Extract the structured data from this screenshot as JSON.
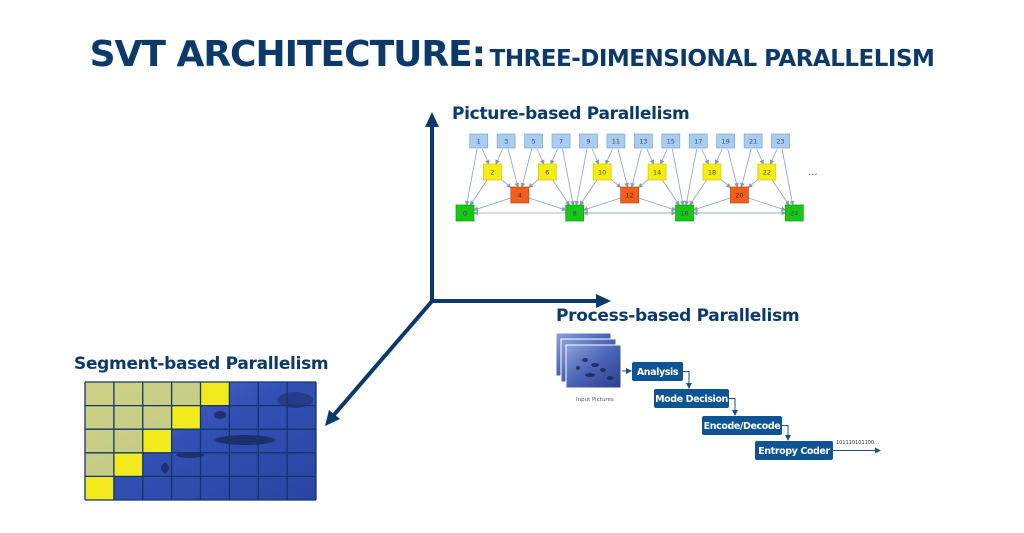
{
  "title": {
    "main": "SVT ARCHITECTURE:",
    "sub": "THREE-DIMENSIONAL PARALLELISM"
  },
  "colors": {
    "brand": "#0b3a6a",
    "frame_blue": "#a9cdf0",
    "frame_yellow": "#f6ec12",
    "frame_orange": "#f0601c",
    "frame_green": "#18c618",
    "process_box": "#0e5494",
    "segment_highlight": "#f2ea1c"
  },
  "picture_based": {
    "label": "Picture-based Parallelism",
    "ellipsis": "...",
    "frames": {
      "top": [
        "1",
        "3",
        "5",
        "7",
        "9",
        "11",
        "13",
        "15",
        "17",
        "19",
        "21",
        "23"
      ],
      "yellow": [
        "2",
        "6",
        "10",
        "14",
        "18",
        "22"
      ],
      "orange": [
        "4",
        "12",
        "20"
      ],
      "green": [
        "0",
        "8",
        "16",
        "24"
      ]
    }
  },
  "process_based": {
    "label": "Process-based Parallelism",
    "input_label": "Input Pictures",
    "stages": [
      "Analysis",
      "Mode Decision",
      "Encode/Decode",
      "Entropy Coder"
    ],
    "output_bits": "101110101100..."
  },
  "segment_based": {
    "label": "Segment-based Parallelism",
    "grid": {
      "cols": 8,
      "rows": 5
    },
    "processed_per_row": [
      4,
      3,
      2,
      1,
      0
    ],
    "active_col_per_row": [
      4,
      3,
      2,
      1,
      0
    ]
  }
}
